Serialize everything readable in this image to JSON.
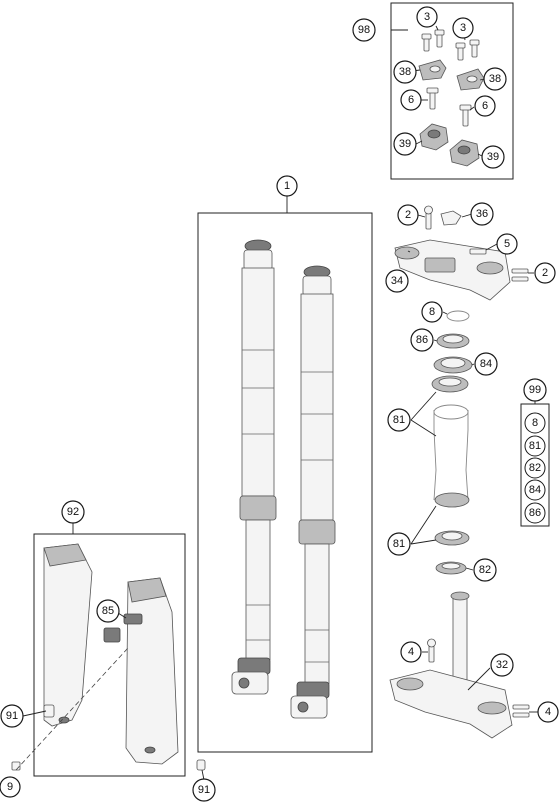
{
  "callouts": {
    "c98": "98",
    "c3a": "3",
    "c3b": "3",
    "c38a": "38",
    "c38b": "38",
    "c6a": "6",
    "c6b": "6",
    "c39a": "39",
    "c39b": "39",
    "c1": "1",
    "c2a": "2",
    "c36": "36",
    "c5": "5",
    "c2b": "2",
    "c34": "34",
    "c8": "8",
    "c86": "86",
    "c84": "84",
    "c81a": "81",
    "c81b": "81",
    "c82": "82",
    "c92": "92",
    "c85": "85",
    "c91a": "91",
    "c91b": "91",
    "c9": "9",
    "c4a": "4",
    "c4b": "4",
    "c32": "32"
  },
  "kit_99": {
    "label": "99",
    "items": [
      "8",
      "81",
      "82",
      "84",
      "86"
    ]
  },
  "colors": {
    "line": "#222222",
    "part_fill": "#f4f4f4",
    "part_shade": "#7a7a7a"
  }
}
